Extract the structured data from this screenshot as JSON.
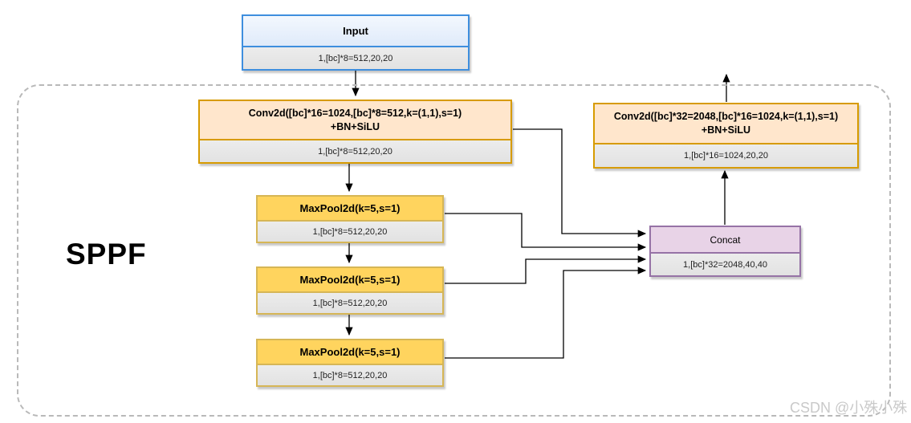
{
  "diagram": {
    "module_title": "SPPF",
    "watermark": "CSDN @小殊小殊",
    "nodes": {
      "input": {
        "label": "Input",
        "shape": "1,[bc]*8=512,20,20"
      },
      "conv_in": {
        "label_line1": "Conv2d([bc]*16=1024,[bc]*8=512,k=(1,1),s=1)",
        "label_line2": "+BN+SiLU",
        "shape": "1,[bc]*8=512,20,20"
      },
      "maxpool1": {
        "label": "MaxPool2d(k=5,s=1)",
        "shape": "1,[bc]*8=512,20,20"
      },
      "maxpool2": {
        "label": "MaxPool2d(k=5,s=1)",
        "shape": "1,[bc]*8=512,20,20"
      },
      "maxpool3": {
        "label": "MaxPool2d(k=5,s=1)",
        "shape": "1,[bc]*8=512,20,20"
      },
      "concat": {
        "label": "Concat",
        "shape": "1,[bc]*32=2048,40,40"
      },
      "conv_out": {
        "label_line1": "Conv2d([bc]*32=2048,[bc]*16=1024,k=(1,1),s=1)",
        "label_line2": "+BN+SiLU",
        "shape": "1,[bc]*16=1024,20,20"
      }
    },
    "colors": {
      "input_border": "#3e8ede",
      "input_fill": "#e9f1fb",
      "conv_border": "#d79b00",
      "conv_fill": "#ffe6cc",
      "maxpool_border": "#d6b656",
      "maxpool_fill": "#ffd45e",
      "concat_border": "#9673a6",
      "concat_fill": "#e8d3e7",
      "shape_row_fill": "#e8e8e8",
      "frame_dash": "#b9b9b9",
      "wire": "#000000",
      "watermark": "#c9c9c9"
    }
  }
}
